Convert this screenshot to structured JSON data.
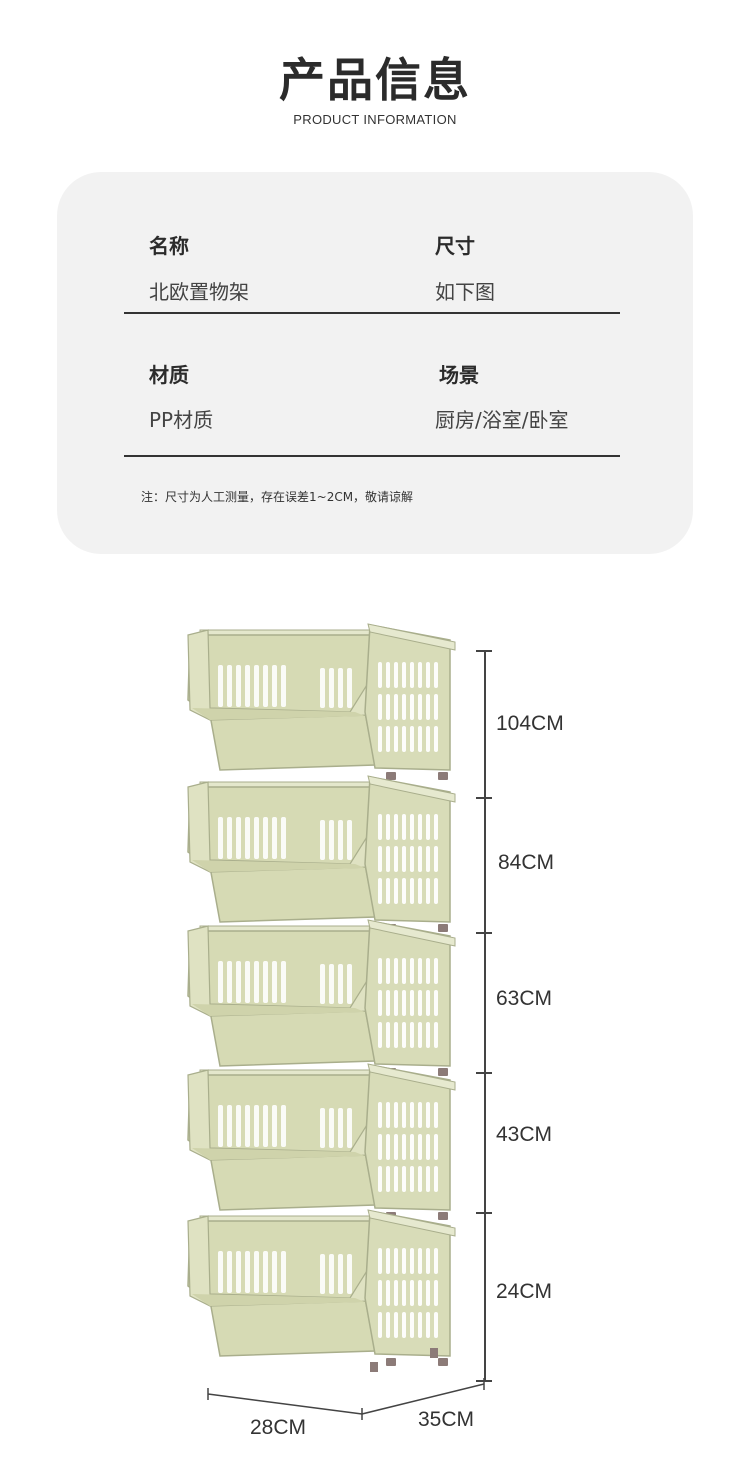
{
  "header": {
    "title": "产品信息",
    "subtitle": "PRODUCT INFORMATION"
  },
  "info": {
    "name_label": "名称",
    "name_value": "北欧置物架",
    "size_label": "尺寸",
    "size_value": "如下图",
    "material_label": "材质",
    "material_value": "PP材质",
    "scene_label": "场景",
    "scene_value": "厨房/浴室/卧室",
    "note": "注：尺寸为人工测量，存在误差1~2CM，敬请谅解"
  },
  "dimensions": {
    "heights": [
      "104CM",
      "84CM",
      "63CM",
      "43CM",
      "24CM"
    ],
    "width": "28CM",
    "depth": "35CM"
  },
  "colors": {
    "basket": "#d8dcb8",
    "basket_dark": "#a9ae8c",
    "clip": "#8c7b78",
    "card_bg": "#f2f2f2"
  }
}
